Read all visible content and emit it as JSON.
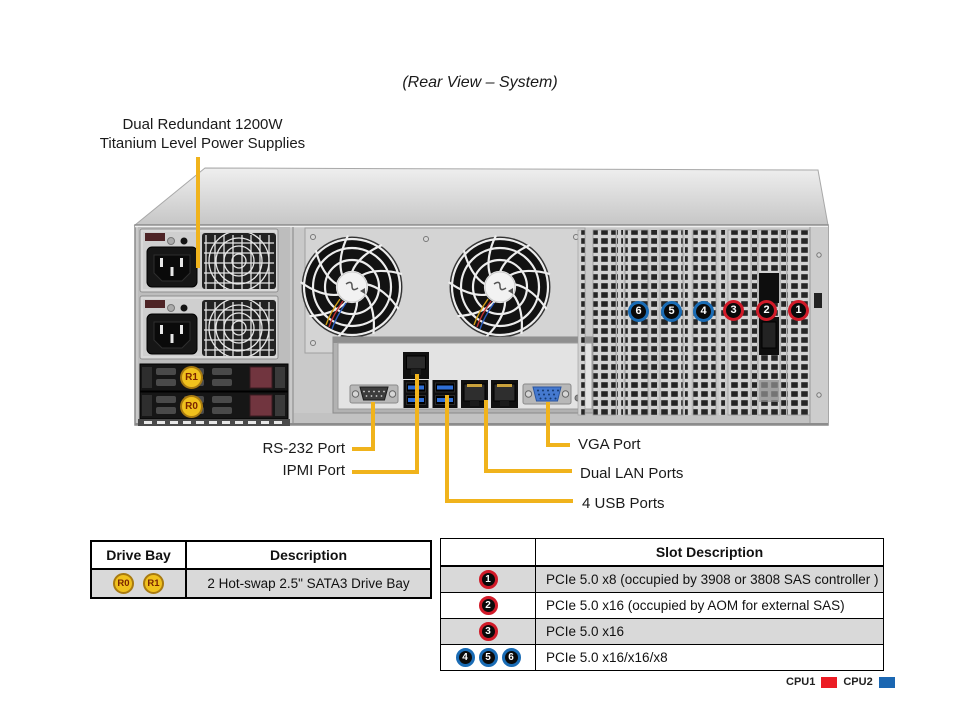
{
  "title": "(Rear View – System)",
  "annotations": {
    "psu_line1": "Dual Redundant 1200W",
    "psu_line2": "Titanium Level Power Supplies",
    "rs232": "RS-232 Port",
    "ipmi": "IPMI Port",
    "vga": "VGA Port",
    "lan": "Dual LAN Ports",
    "usb": "4 USB Ports"
  },
  "chassis": {
    "slot_badges": [
      {
        "n": "6",
        "color": "blue"
      },
      {
        "n": "5",
        "color": "blue"
      },
      {
        "n": "4",
        "color": "blue"
      },
      {
        "n": "3",
        "color": "red"
      },
      {
        "n": "2",
        "color": "red"
      },
      {
        "n": "1",
        "color": "red"
      }
    ],
    "drive_badges": {
      "top": "R1",
      "bottom": "R0"
    }
  },
  "drive_table": {
    "headers": [
      "Drive Bay",
      "Description"
    ],
    "row": {
      "badges": [
        "R0",
        "R1"
      ],
      "description": "2 Hot-swap 2.5\" SATA3 Drive Bay"
    }
  },
  "slot_table": {
    "header": "Slot Description",
    "rows": [
      {
        "badges": [
          {
            "n": "1",
            "color": "red"
          }
        ],
        "description": "PCIe 5.0 x8 (occupied by 3908 or 3808 SAS controller )"
      },
      {
        "badges": [
          {
            "n": "2",
            "color": "red"
          }
        ],
        "description": "PCIe 5.0 x16 (occupied by AOM for external SAS)"
      },
      {
        "badges": [
          {
            "n": "3",
            "color": "red"
          }
        ],
        "description": "PCIe 5.0 x16"
      },
      {
        "badges": [
          {
            "n": "4",
            "color": "blue"
          },
          {
            "n": "5",
            "color": "blue"
          },
          {
            "n": "6",
            "color": "blue"
          }
        ],
        "description": "PCIe 5.0 x16/x16/x8"
      }
    ]
  },
  "legend": {
    "cpu1": "CPU1",
    "cpu2": "CPU2",
    "cpu1_color": "#ec1c24",
    "cpu2_color": "#1b67b2"
  },
  "colors": {
    "annotation_yellow": "#f0b31c",
    "badge_red": "#d11a28",
    "badge_blue": "#1a6cb5",
    "drive_badge_yellow": "#f0c11d",
    "table_row_gray": "#d9d9d9"
  }
}
